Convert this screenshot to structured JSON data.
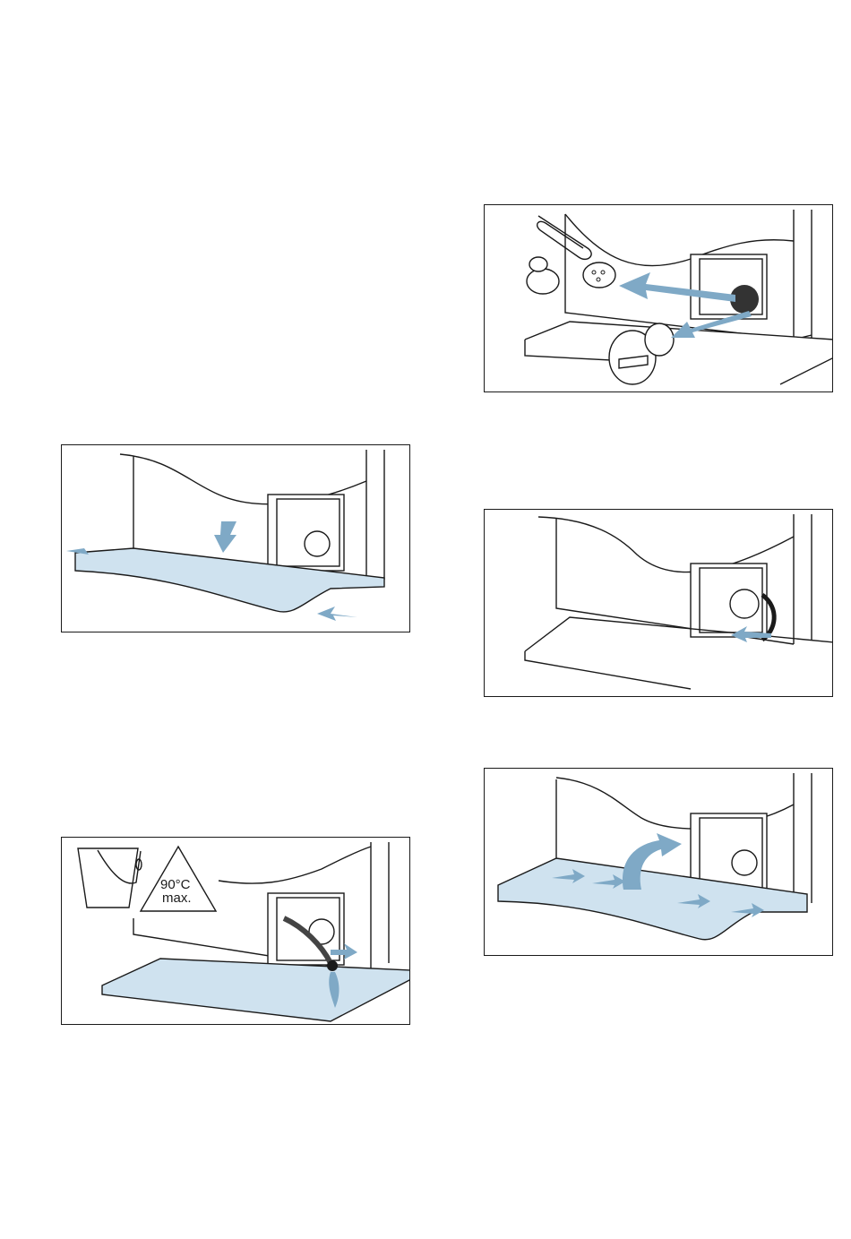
{
  "figures": [
    {
      "id": "filter-removal",
      "icons": [
        "paperclip-icon",
        "ring-icon",
        "button-icon",
        "filter-cap-icon"
      ]
    },
    {
      "id": "open-cover"
    },
    {
      "id": "turn-filter"
    },
    {
      "id": "close-cover"
    },
    {
      "id": "drain-hose",
      "icons": [
        "bucket-icon",
        "warning-triangle-icon"
      ],
      "warning_temp": "90°C",
      "warning_max": "max."
    }
  ],
  "colors": {
    "accent": "#7fa9c6",
    "tray": "#cfe2ef",
    "line": "#1a1a1a"
  }
}
